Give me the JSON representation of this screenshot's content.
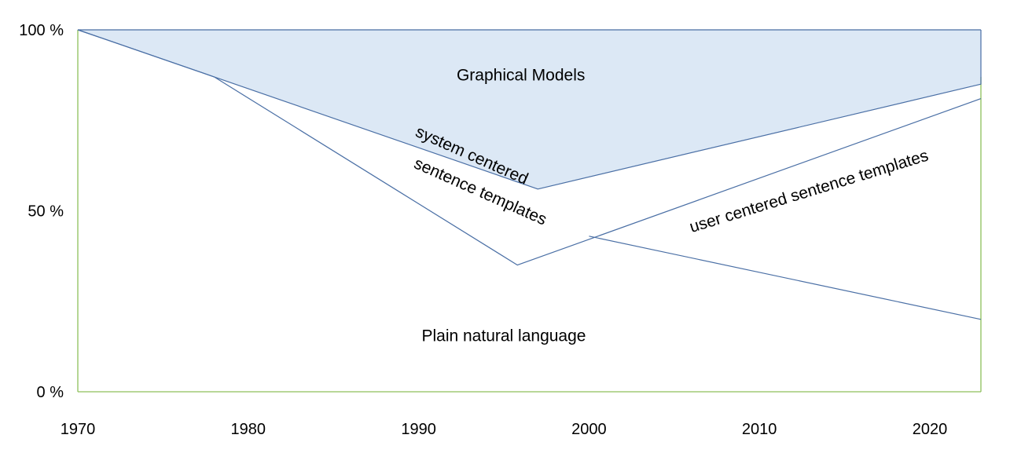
{
  "chart_data": {
    "type": "area",
    "title": "",
    "xlabel": "",
    "ylabel": "",
    "xlim": [
      1970,
      2023
    ],
    "ylim": [
      0,
      100
    ],
    "x_ticks": [
      {
        "value": 1970,
        "label": "1970"
      },
      {
        "value": 1980,
        "label": "1980"
      },
      {
        "value": 1990,
        "label": "1990"
      },
      {
        "value": 2000,
        "label": "2000"
      },
      {
        "value": 2010,
        "label": "2010"
      },
      {
        "value": 2020,
        "label": "2020"
      }
    ],
    "y_ticks": [
      {
        "value": 0,
        "label": "0 %"
      },
      {
        "value": 50,
        "label": "50 %"
      },
      {
        "value": 100,
        "label": "100 %"
      }
    ],
    "grid": false,
    "legend": "none",
    "colors": {
      "line": "#4a6fa5",
      "graphical_fill": "#dce8f5",
      "axis": "#8dbf5a"
    },
    "regions": [
      {
        "name": "Graphical Models",
        "lower_boundary": [
          [
            1970,
            100
          ],
          [
            1978,
            87
          ],
          [
            1997,
            56
          ],
          [
            2023,
            85
          ]
        ],
        "upper_boundary": [
          [
            1970,
            100
          ],
          [
            2023,
            100
          ]
        ],
        "filled": true
      },
      {
        "name": "system centered sentence templates",
        "lower_boundary": [
          [
            1970,
            100
          ],
          [
            1978,
            87
          ],
          [
            1995.8,
            35
          ]
        ],
        "upper_boundary": [
          [
            1970,
            100
          ],
          [
            1978,
            87
          ],
          [
            1997,
            56
          ]
        ],
        "filled": false
      },
      {
        "name": "user centered sentence templates",
        "lower_boundary": [
          [
            2000,
            43
          ],
          [
            2023,
            20
          ]
        ],
        "upper_boundary": [
          [
            1995.8,
            35
          ],
          [
            2000,
            43
          ],
          [
            2023,
            81
          ]
        ],
        "filled": false
      },
      {
        "name": "Plain natural language",
        "lower_boundary": [
          [
            1970,
            0
          ],
          [
            2023,
            0
          ]
        ],
        "upper_boundary": [
          [
            1970,
            100
          ],
          [
            1995.8,
            35
          ],
          [
            2000,
            43
          ],
          [
            2023,
            20
          ]
        ],
        "filled": false
      }
    ],
    "boundary_lines": [
      {
        "name": "graphical-lower-boundary",
        "points": [
          [
            1970,
            100
          ],
          [
            1978,
            87
          ],
          [
            1997,
            56
          ],
          [
            2023,
            85
          ],
          [
            2023,
            100
          ]
        ]
      },
      {
        "name": "system-template-lower-boundary",
        "points": [
          [
            1970,
            100
          ],
          [
            1978,
            87
          ],
          [
            1995.8,
            35
          ],
          [
            2023,
            81
          ]
        ]
      },
      {
        "name": "user-template-lower-boundary",
        "points": [
          [
            2000,
            43
          ],
          [
            2023,
            20
          ]
        ]
      }
    ],
    "annotations": [
      {
        "name": "graphical-models-label",
        "text": "Graphical Models",
        "x": 1996,
        "y": 86,
        "rotation": 0
      },
      {
        "name": "system-centered-label-line1",
        "text": "system centered",
        "x": 1993,
        "y": 64,
        "rotation": 24
      },
      {
        "name": "system-centered-label-line2",
        "text": "sentence templates",
        "x": 1993.5,
        "y": 54,
        "rotation": 24
      },
      {
        "name": "user-centered-label",
        "text": "user centered sentence templates",
        "x": 2013,
        "y": 54,
        "rotation": -17
      },
      {
        "name": "plain-natural-language-label",
        "text": "Plain natural language",
        "x": 1995,
        "y": 14,
        "rotation": 0
      }
    ]
  }
}
